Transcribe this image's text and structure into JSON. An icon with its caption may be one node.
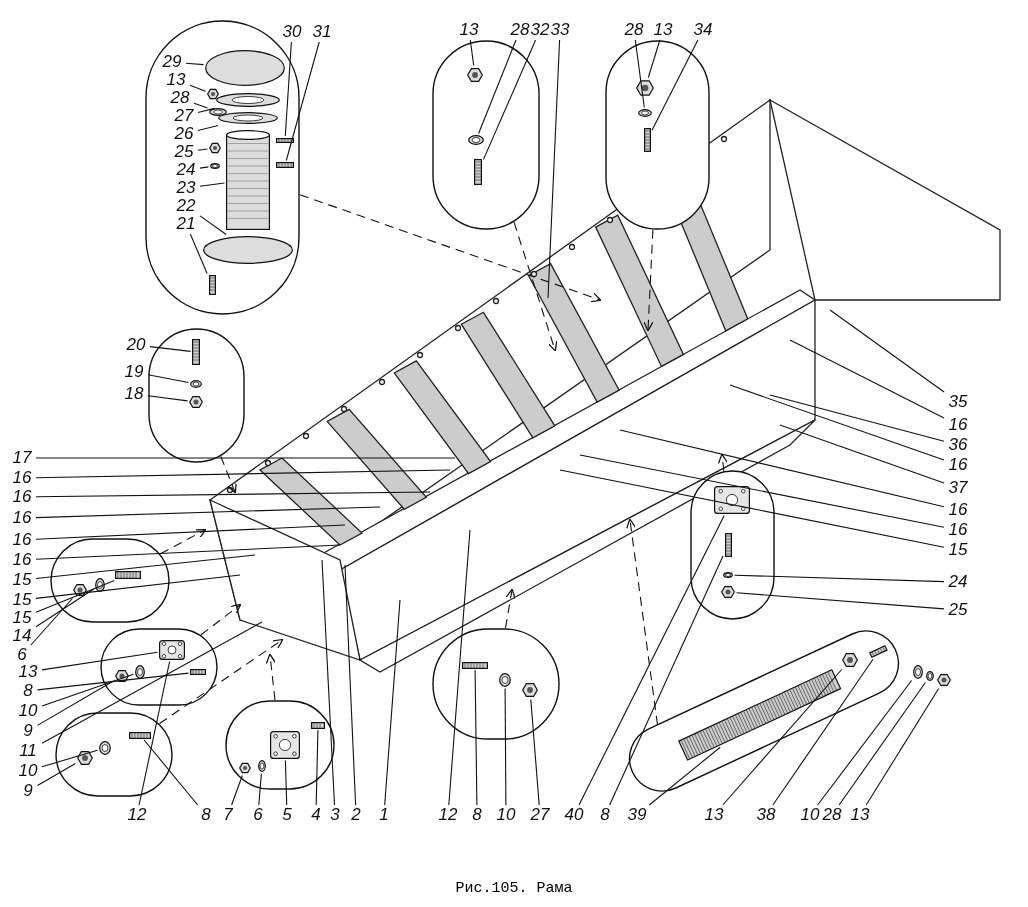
{
  "diagram": {
    "caption": "Рис.105. Рама",
    "nodes": [
      {
        "text": [],
        "shape": "oval"
      },
      {
        "text": [
          "29"
        ],
        "in": 0
      },
      {
        "text": [
          "13"
        ],
        "in": 0
      },
      {
        "text": [
          "28"
        ],
        "in": 0
      },
      {
        "text": [
          "27"
        ],
        "in": 0
      },
      {
        "text": [
          "26"
        ],
        "in": 0
      },
      {
        "text": [
          "25"
        ],
        "in": 0
      },
      {
        "text": [
          "24"
        ],
        "in": 0
      },
      {
        "text": [
          "23"
        ],
        "in": 0
      },
      {
        "text": [
          "22"
        ],
        "in": 0
      },
      {
        "text": [
          "21"
        ],
        "in": 0
      },
      {
        "text": [],
        "shape": "ellipse",
        "in": 0
      },
      {
        "text": [],
        "shape": "hexagon",
        "in": 0
      },
      {
        "text": [],
        "shape": "ring",
        "in": 0
      },
      {
        "text": [],
        "shape": "ring",
        "in": 0
      },
      {
        "text": [],
        "shape": "ring",
        "in": 0
      },
      {
        "text": [],
        "shape": "hexagon",
        "in": 0
      },
      {
        "text": [],
        "shape": "ring",
        "in": 0
      },
      {
        "text": [],
        "shape": "cylinder",
        "in": 0
      },
      {
        "text": [],
        "shape": "ellipse",
        "in": 0
      },
      {
        "text": [],
        "shape": "bar",
        "in": 0
      },
      {
        "text": [],
        "shape": "bar",
        "in": 0
      },
      {
        "text": [],
        "shape": "bar",
        "in": 0
      },
      {
        "text": [
          "30"
        ]
      },
      {
        "text": [
          "31"
        ]
      },
      {
        "text": [],
        "shape": "oval"
      },
      {
        "text": [],
        "shape": "hexagon",
        "in": 25
      },
      {
        "text": [],
        "shape": "ring",
        "in": 25
      },
      {
        "text": [],
        "shape": "bar",
        "in": 25
      },
      {
        "text": [
          "13"
        ]
      },
      {
        "text": [
          "28"
        ]
      },
      {
        "text": [
          "32"
        ]
      },
      {
        "text": [
          "33"
        ]
      },
      {
        "text": [],
        "shape": "oval"
      },
      {
        "text": [],
        "shape": "hexagon",
        "in": 33
      },
      {
        "text": [],
        "shape": "ring",
        "in": 33
      },
      {
        "text": [],
        "shape": "bar",
        "in": 33
      },
      {
        "text": [
          "28"
        ]
      },
      {
        "text": [
          "13"
        ]
      },
      {
        "text": [
          "34"
        ]
      },
      {
        "text": [],
        "shape": "oval"
      },
      {
        "text": [],
        "shape": "bar",
        "in": 40
      },
      {
        "text": [],
        "shape": "ring",
        "in": 40
      },
      {
        "text": [],
        "shape": "hexagon",
        "in": 40
      },
      {
        "text": [
          "20"
        ]
      },
      {
        "text": [
          "19"
        ]
      },
      {
        "text": [
          "18"
        ]
      },
      {
        "text": [
          "17"
        ]
      },
      {
        "text": [
          "16"
        ]
      },
      {
        "text": [
          "16"
        ]
      },
      {
        "text": [
          "16"
        ]
      },
      {
        "text": [
          "16"
        ]
      },
      {
        "text": [
          "16"
        ]
      },
      {
        "text": [
          "15"
        ]
      },
      {
        "text": [
          "15"
        ]
      },
      {
        "text": [
          "15"
        ]
      },
      {
        "text": [
          "14"
        ]
      },
      {
        "text": [
          "6"
        ]
      },
      {
        "text": [
          "13"
        ]
      },
      {
        "text": [
          "8"
        ]
      },
      {
        "text": [
          "10"
        ]
      },
      {
        "text": [
          "9"
        ]
      },
      {
        "text": [
          "11"
        ]
      },
      {
        "text": [
          "10"
        ]
      },
      {
        "text": [
          "9"
        ]
      },
      {
        "text": [],
        "shape": "oval"
      },
      {
        "text": [],
        "shape": "hexagon",
        "in": 65
      },
      {
        "text": [],
        "shape": "ring",
        "in": 65
      },
      {
        "text": [],
        "shape": "bar",
        "in": 65
      },
      {
        "text": [],
        "shape": "oval"
      },
      {
        "text": [],
        "shape": "box",
        "in": 69
      },
      {
        "text": [],
        "shape": "bar",
        "in": 69
      },
      {
        "text": [],
        "shape": "ring",
        "in": 69
      },
      {
        "text": [],
        "shape": "hexagon",
        "in": 69
      },
      {
        "text": [],
        "shape": "oval"
      },
      {
        "text": [],
        "shape": "bar",
        "in": 74
      },
      {
        "text": [],
        "shape": "ring",
        "in": 74
      },
      {
        "text": [],
        "shape": "hexagon",
        "in": 74
      },
      {
        "text": [],
        "shape": "oval"
      },
      {
        "text": [],
        "shape": "hexagon",
        "in": 78
      },
      {
        "text": [],
        "shape": "ring",
        "in": 78
      },
      {
        "text": [],
        "shape": "box",
        "in": 78
      },
      {
        "text": [],
        "shape": "bar",
        "in": 78
      },
      {
        "text": [
          "12"
        ]
      },
      {
        "text": [
          "8"
        ]
      },
      {
        "text": [
          "7"
        ]
      },
      {
        "text": [
          "6"
        ]
      },
      {
        "text": [
          "5"
        ]
      },
      {
        "text": [
          "4"
        ]
      },
      {
        "text": [
          "3"
        ]
      },
      {
        "text": [
          "2"
        ]
      },
      {
        "text": [
          "1"
        ]
      },
      {
        "text": [
          "12"
        ]
      },
      {
        "text": [],
        "shape": "oval"
      },
      {
        "text": [],
        "shape": "bar",
        "in": 93
      },
      {
        "text": [],
        "shape": "ring",
        "in": 93
      },
      {
        "text": [],
        "shape": "hexagon",
        "in": 93
      },
      {
        "text": [
          "8"
        ]
      },
      {
        "text": [
          "10"
        ]
      },
      {
        "text": [
          "27"
        ]
      },
      {
        "text": [],
        "shape": "oval"
      },
      {
        "text": [],
        "shape": "box",
        "in": 100
      },
      {
        "text": [],
        "shape": "bar",
        "in": 100
      },
      {
        "text": [],
        "shape": "ring",
        "in": 100
      },
      {
        "text": [],
        "shape": "hexagon",
        "in": 100
      },
      {
        "text": [
          "40"
        ]
      },
      {
        "text": [
          "8"
        ]
      },
      {
        "text": [],
        "shape": "oval"
      },
      {
        "text": [],
        "shape": "bar",
        "in": 107
      },
      {
        "text": [],
        "shape": "hexagon",
        "in": 107
      },
      {
        "text": [],
        "shape": "bar",
        "in": 107
      },
      {
        "text": [],
        "shape": "ring"
      },
      {
        "text": [],
        "shape": "ring"
      },
      {
        "text": [],
        "shape": "hexagon"
      },
      {
        "text": [
          "39"
        ]
      },
      {
        "text": [
          "13"
        ]
      },
      {
        "text": [
          "38"
        ]
      },
      {
        "text": [
          "10"
        ]
      },
      {
        "text": [
          "28"
        ]
      },
      {
        "text": [
          "13"
        ]
      },
      {
        "text": [
          "35"
        ]
      },
      {
        "text": [
          "16"
        ]
      },
      {
        "text": [
          "36"
        ]
      },
      {
        "text": [
          "16"
        ]
      },
      {
        "text": [
          "37"
        ]
      },
      {
        "text": [
          "16"
        ]
      },
      {
        "text": [
          "16"
        ]
      },
      {
        "text": [
          "15"
        ]
      },
      {
        "text": [
          "24"
        ]
      },
      {
        "text": [
          "25"
        ]
      }
    ],
    "edges": [
      {
        "from": 1,
        "to": 11,
        "arrow": "none"
      },
      {
        "from": 2,
        "to": 12,
        "arrow": "none"
      },
      {
        "from": 3,
        "to": 13,
        "arrow": "none"
      },
      {
        "from": 4,
        "to": 14,
        "arrow": "none"
      },
      {
        "from": 5,
        "to": 15,
        "arrow": "none"
      },
      {
        "from": 6,
        "to": 16,
        "arrow": "none"
      },
      {
        "from": 7,
        "to": 17,
        "arrow": "none"
      },
      {
        "from": 8,
        "to": 18,
        "arrow": "none"
      },
      {
        "from": 9,
        "to": 19,
        "arrow": "none"
      },
      {
        "from": 10,
        "to": 20,
        "arrow": "none"
      },
      {
        "from": 23,
        "to": 21,
        "arrow": "none"
      },
      {
        "from": 24,
        "to": 22,
        "arrow": "none"
      },
      {
        "from": 29,
        "to": 26,
        "arrow": "none"
      },
      {
        "from": 30,
        "to": 27,
        "arrow": "none"
      },
      {
        "from": 31,
        "to": 28,
        "arrow": "none"
      },
      {
        "from": 32,
        "to": null,
        "arrow": "none"
      },
      {
        "from": 37,
        "to": 35,
        "arrow": "none"
      },
      {
        "from": 38,
        "to": 34,
        "arrow": "none"
      },
      {
        "from": 39,
        "to": 36,
        "arrow": "none"
      },
      {
        "from": 44,
        "to": 41,
        "arrow": "none"
      },
      {
        "from": 45,
        "to": 42,
        "arrow": "none"
      },
      {
        "from": 46,
        "to": 43,
        "arrow": "none"
      },
      {
        "from": 47,
        "to": null,
        "arrow": "none"
      },
      {
        "from": 48,
        "to": null,
        "arrow": "none"
      },
      {
        "from": 49,
        "to": null,
        "arrow": "none"
      },
      {
        "from": 50,
        "to": null,
        "arrow": "none"
      },
      {
        "from": 51,
        "to": null,
        "arrow": "none"
      },
      {
        "from": 52,
        "to": null,
        "arrow": "none"
      },
      {
        "from": 53,
        "to": null,
        "arrow": "none"
      },
      {
        "from": 54,
        "to": null,
        "arrow": "none"
      },
      {
        "from": 55,
        "to": 68,
        "arrow": "none"
      },
      {
        "from": 56,
        "to": 67,
        "arrow": "none"
      },
      {
        "from": 57,
        "to": 66,
        "arrow": "none"
      },
      {
        "from": 58,
        "to": 70,
        "arrow": "none"
      },
      {
        "from": 59,
        "to": 71,
        "arrow": "none"
      },
      {
        "from": 60,
        "to": 72,
        "arrow": "none"
      },
      {
        "from": 61,
        "to": 73,
        "arrow": "none"
      },
      {
        "from": 62,
        "to": null,
        "arrow": "none"
      },
      {
        "from": 63,
        "to": 76,
        "arrow": "none"
      },
      {
        "from": 64,
        "to": 77,
        "arrow": "none"
      },
      {
        "from": 83,
        "to": 70,
        "arrow": "none"
      },
      {
        "from": 84,
        "to": 75,
        "arrow": "none"
      },
      {
        "from": 85,
        "to": 79,
        "arrow": "none"
      },
      {
        "from": 86,
        "to": 80,
        "arrow": "none"
      },
      {
        "from": 87,
        "to": 81,
        "arrow": "none"
      },
      {
        "from": 88,
        "to": 82,
        "arrow": "none"
      },
      {
        "from": 89,
        "to": null,
        "arrow": "none"
      },
      {
        "from": 90,
        "to": null,
        "arrow": "none"
      },
      {
        "from": 91,
        "to": null,
        "arrow": "none"
      },
      {
        "from": 92,
        "to": null,
        "arrow": "none"
      },
      {
        "from": 97,
        "to": 94,
        "arrow": "none"
      },
      {
        "from": 98,
        "to": 95,
        "arrow": "none"
      },
      {
        "from": 99,
        "to": 96,
        "arrow": "none"
      },
      {
        "from": 105,
        "to": 101,
        "arrow": "none"
      },
      {
        "from": 106,
        "to": 102,
        "arrow": "none"
      },
      {
        "from": 114,
        "to": 108,
        "arrow": "none"
      },
      {
        "from": 115,
        "to": 109,
        "arrow": "none"
      },
      {
        "from": 116,
        "to": 110,
        "arrow": "none"
      },
      {
        "from": 117,
        "to": 111,
        "arrow": "none"
      },
      {
        "from": 118,
        "to": 112,
        "arrow": "none"
      },
      {
        "from": 119,
        "to": 113,
        "arrow": "none"
      },
      {
        "from": 120,
        "to": null,
        "arrow": "none"
      },
      {
        "from": 121,
        "to": null,
        "arrow": "none"
      },
      {
        "from": 122,
        "to": null,
        "arrow": "none"
      },
      {
        "from": 123,
        "to": null,
        "arrow": "none"
      },
      {
        "from": 124,
        "to": null,
        "arrow": "none"
      },
      {
        "from": 125,
        "to": null,
        "arrow": "none"
      },
      {
        "from": 126,
        "to": null,
        "arrow": "none"
      },
      {
        "from": 127,
        "to": null,
        "arrow": "none"
      },
      {
        "from": 128,
        "to": 103,
        "arrow": "none"
      },
      {
        "from": 129,
        "to": 104,
        "arrow": "none"
      },
      {
        "from": 0,
        "to": null,
        "arrow": "to",
        "style": "dashed"
      },
      {
        "from": 25,
        "to": null,
        "arrow": "to",
        "style": "dashed"
      },
      {
        "from": 33,
        "to": null,
        "arrow": "to",
        "style": "dashed"
      },
      {
        "from": 40,
        "to": null,
        "arrow": "to",
        "style": "dashed"
      },
      {
        "from": 65,
        "to": null,
        "arrow": "to",
        "style": "dashed"
      },
      {
        "from": 69,
        "to": null,
        "arrow": "to",
        "style": "dashed"
      },
      {
        "from": 74,
        "to": null,
        "arrow": "to",
        "style": "dashed"
      },
      {
        "from": 78,
        "to": null,
        "arrow": "to",
        "style": "dashed"
      },
      {
        "from": 93,
        "to": null,
        "arrow": "to",
        "style": "dashed"
      },
      {
        "from": 100,
        "to": null,
        "arrow": "to",
        "style": "dashed"
      },
      {
        "from": 107,
        "to": null,
        "arrow": "to",
        "style": "dashed"
      }
    ]
  }
}
